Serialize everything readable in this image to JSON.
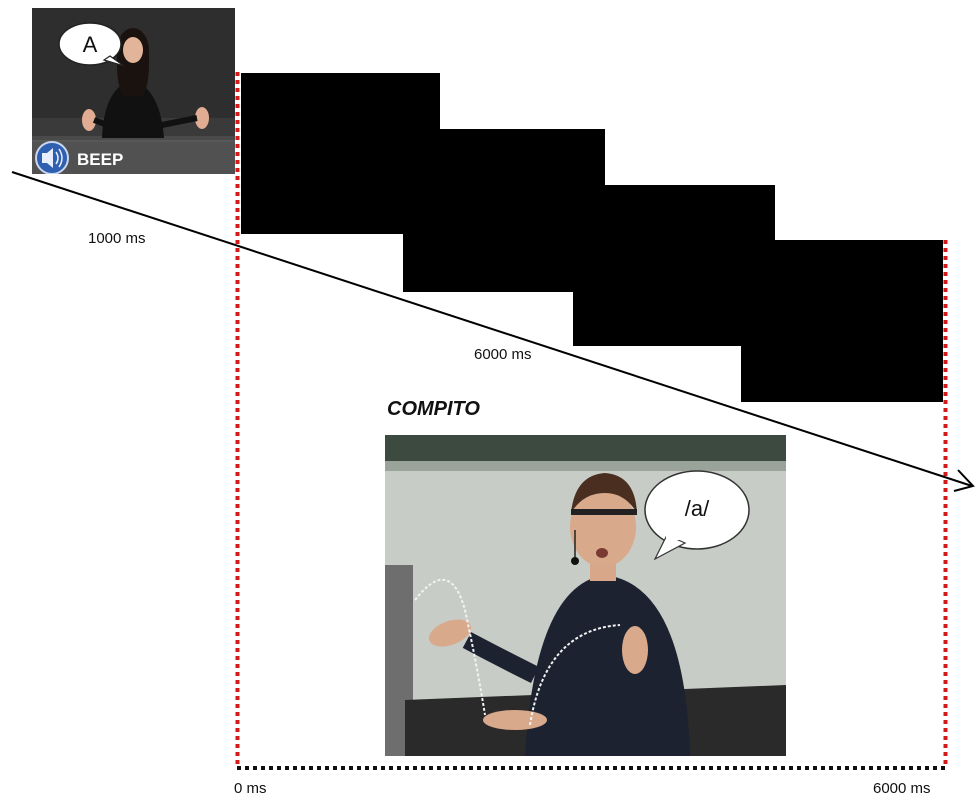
{
  "timeline": {
    "cue_duration_label": "1000 ms",
    "frames_duration_label": "6000 ms",
    "start_label": "0 ms",
    "end_label": "6000 ms"
  },
  "cue_photo": {
    "bubble_letter": "A",
    "beep_label": "BEEP"
  },
  "task": {
    "title": "COMPITO",
    "bubble_text": "/a/"
  },
  "colors": {
    "red_dotted": "#d11a1a",
    "black_dotted": "#111111",
    "frame": "#000000"
  }
}
